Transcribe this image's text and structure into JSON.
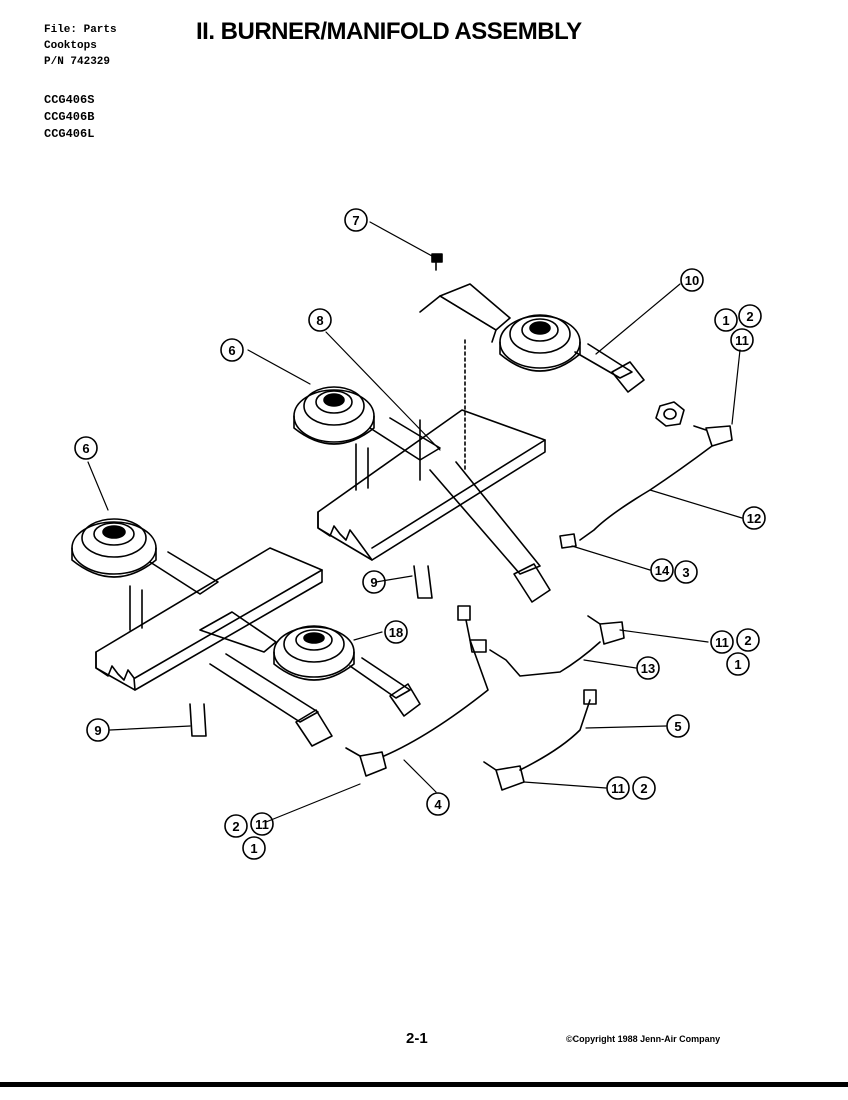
{
  "header": {
    "file_line": "File: Parts",
    "category_line": "Cooktops",
    "part_number_line": "P/N 742329"
  },
  "models": [
    "CCG406S",
    "CCG406B",
    "CCG406L"
  ],
  "title": "II. BURNER/MANIFOLD ASSEMBLY",
  "callouts": {
    "c7": "7",
    "c10": "10",
    "c8": "8",
    "c6a": "6",
    "c6b": "6",
    "c1a": "1",
    "c2a": "2",
    "c11a": "11",
    "c12": "12",
    "c14": "14",
    "c3": "3",
    "c9a": "9",
    "c18": "18",
    "c11b": "11",
    "c2b": "2",
    "c1b": "1",
    "c13": "13",
    "c9b": "9",
    "c5": "5",
    "c11c": "11",
    "c2c": "2",
    "c4": "4",
    "c2d": "2",
    "c11d": "11",
    "c1c": "1"
  },
  "footer": {
    "page_number": "2-1",
    "copyright": "©Copyright 1988 Jenn-Air Company"
  }
}
